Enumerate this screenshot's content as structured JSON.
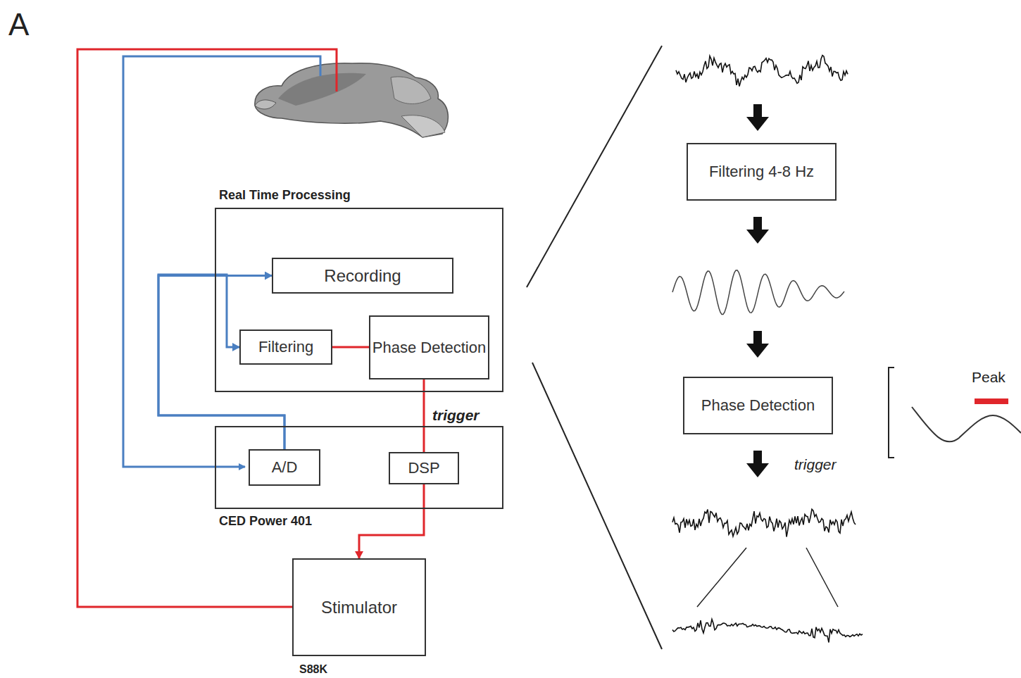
{
  "diagram": {
    "nodes": [
      {
        "text": [
          "Real Time Processing"
        ]
      },
      {
        "text": [
          "Recording"
        ],
        "in": 0
      },
      {
        "text": [
          "Filtering"
        ],
        "in": 0
      },
      {
        "text": [
          "Phase Detection"
        ],
        "in": 0
      },
      {
        "text": [
          "CED Power 401"
        ]
      },
      {
        "text": [
          "A/D"
        ],
        "in": 4
      },
      {
        "text": [
          "DSP"
        ],
        "in": 4
      },
      {
        "text": [
          "Stimulator",
          "S88K"
        ]
      },
      {
        "text": [
          "Filtering 4-8 Hz"
        ]
      },
      {
        "text": [
          "Phase Detection"
        ]
      }
    ],
    "edges": [
      {
        "from": 2,
        "to": 3,
        "arrow": "none"
      },
      {
        "from": 3,
        "to": 6,
        "label": "trigger",
        "arrow": "none"
      },
      {
        "from": 6,
        "to": 7,
        "arrow": "to"
      },
      {
        "from": 5,
        "to": 1,
        "arrow": "to"
      },
      {
        "from": 5,
        "to": 2,
        "arrow": "to"
      }
    ],
    "labels": [
      "A",
      "trigger",
      "Peak"
    ]
  }
}
